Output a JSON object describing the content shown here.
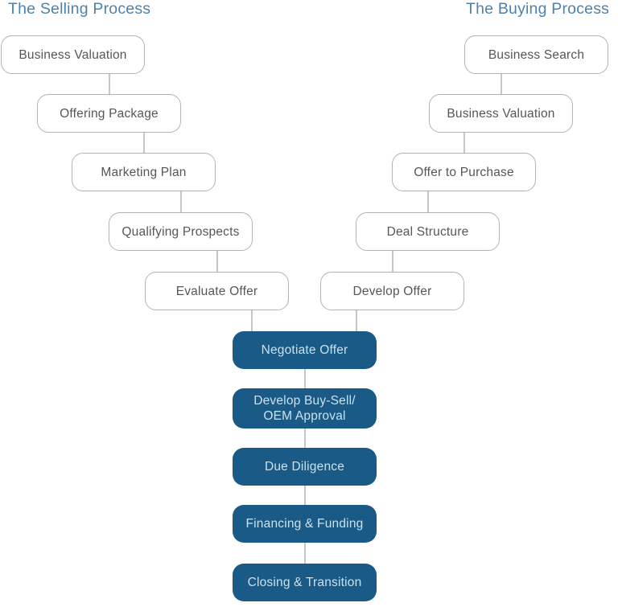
{
  "diagram": {
    "selling": {
      "title": "The Selling Process",
      "steps": [
        "Business Valuation",
        "Offering Package",
        "Marketing Plan",
        "Qualifying Prospects",
        "Evaluate Offer"
      ]
    },
    "buying": {
      "title": "The Buying Process",
      "steps": [
        "Business Search",
        "Business Valuation",
        "Offer to Purchase",
        "Deal Structure",
        "Develop Offer"
      ]
    },
    "shared": {
      "steps": [
        "Negotiate Offer",
        "Develop Buy-Sell/ OEM Approval",
        "Due Diligence",
        "Financing & Funding",
        "Closing & Transition"
      ]
    },
    "colors": {
      "title_blue": "#4e81ad",
      "shared_box_background": "#1a5a87",
      "shared_box_text": "#cce0ee",
      "outlined_box_border": "#b1b3b5",
      "outlined_box_text": "#555658",
      "connector_gray": "#c4c6c7"
    }
  }
}
